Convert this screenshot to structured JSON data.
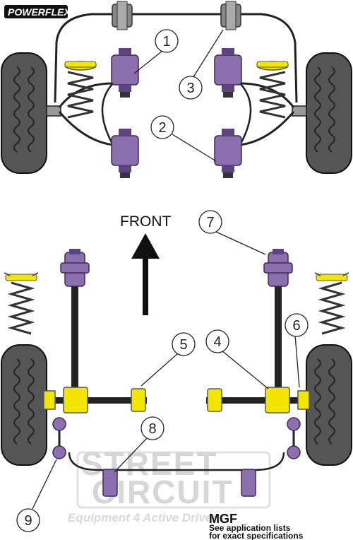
{
  "brand": {
    "logo_text": "POWERFLEX",
    "colors": {
      "bush": "#8b6fae",
      "bush_dark": "#5d4480",
      "spring_seat": "#f2e600",
      "tyre": "#555555",
      "frame": "#222222"
    }
  },
  "front_label": "FRONT",
  "callouts": [
    {
      "id": "1",
      "label": "1"
    },
    {
      "id": "2",
      "label": "2"
    },
    {
      "id": "3",
      "label": "3"
    },
    {
      "id": "4",
      "label": "4"
    },
    {
      "id": "5",
      "label": "5"
    },
    {
      "id": "6",
      "label": "6"
    },
    {
      "id": "7",
      "label": "7"
    },
    {
      "id": "8",
      "label": "8"
    },
    {
      "id": "9",
      "label": "9"
    }
  ],
  "watermark": {
    "line1": "STREET",
    "line2": "CIRCUIT",
    "line3": "Equipment 4 Active Drivers"
  },
  "model": "MGF",
  "note_lines": [
    "See application lists",
    "for exact specifications"
  ]
}
